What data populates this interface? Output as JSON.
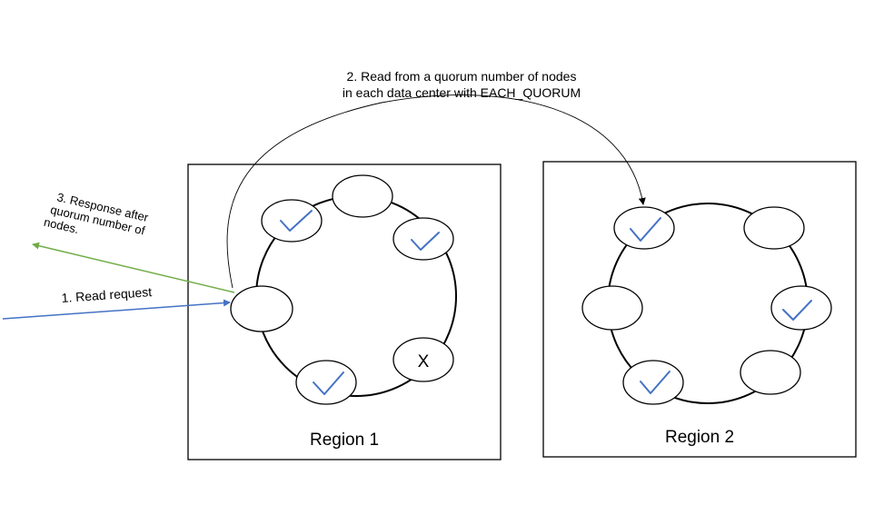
{
  "regions": [
    {
      "label": "Region 1"
    },
    {
      "label": "Region 2"
    }
  ],
  "steps": {
    "read_request": "1. Read request",
    "quorum_read_line1": "2. Read from a quorum number of nodes",
    "quorum_read_line2": "in each data center with EACH_QUORUM",
    "response_line1": "3. Response after",
    "response_line2": "quorum number of",
    "response_line3": "nodes."
  },
  "failed_node_mark": "X",
  "icons": {
    "ack": "checkmark-icon",
    "failed": "x-mark"
  },
  "colors": {
    "request_arrow": "#4472c4",
    "response_arrow": "#70ad47",
    "checkmark": "#4472c4",
    "outline": "#000000"
  }
}
